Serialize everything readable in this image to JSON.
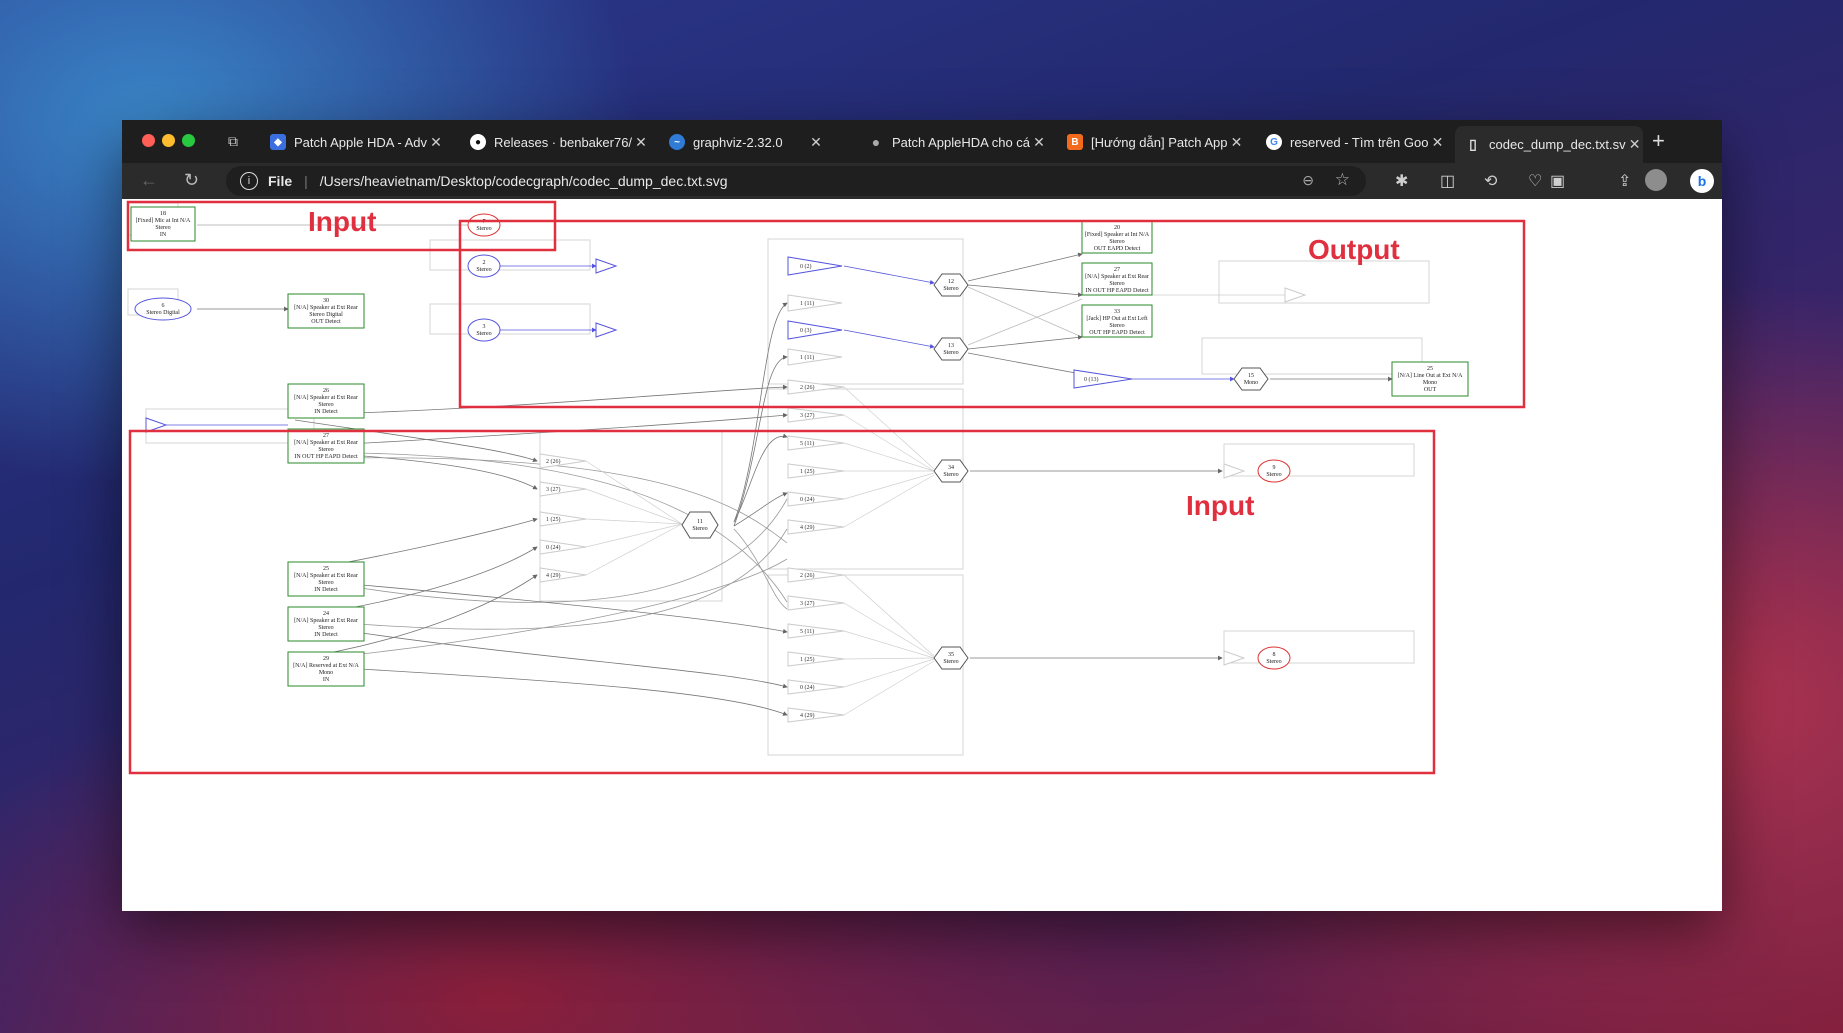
{
  "tabs": [
    {
      "title": "Patch Apple HDA - Adv",
      "favicon": "layers-icon",
      "color": "#3b6fe0"
    },
    {
      "title": "Releases · benbaker76/",
      "favicon": "github-icon",
      "color": "#ffffff"
    },
    {
      "title": "graphviz-2.32.0",
      "favicon": "graphviz-icon",
      "color": "#2f7bd6"
    },
    {
      "title": "Patch AppleHDA cho cá",
      "favicon": "apple-icon",
      "color": "#aaaaaa"
    },
    {
      "title": "[Hướng dẫn] Patch App",
      "favicon": "blogger-icon",
      "color": "#f26b1d"
    },
    {
      "title": "reserved - Tìm trên Goo",
      "favicon": "google-icon",
      "color": "#ffffff"
    },
    {
      "title": "codec_dump_dec.txt.sv",
      "favicon": "document-icon",
      "color": "#dddddd",
      "active": true
    }
  ],
  "toolbar": {
    "scheme": "File",
    "url": "/Users/heavietnam/Desktop/codecgraph/codec_dump_dec.txt.svg"
  },
  "annotations": {
    "input_top": "Input",
    "output": "Output",
    "input_bottom": "Input",
    "color": "#e0303f"
  },
  "graph": {
    "nodes": {
      "n18": [
        "18",
        "[Fixed] Mic at Int N/A",
        "Stereo",
        "IN"
      ],
      "n6": [
        "6",
        "Stereo Digital"
      ],
      "n30": [
        "30",
        "[N/A] Speaker at Ext Rear",
        "Stereo Digital",
        "OUT Detect"
      ],
      "n2": [
        "2",
        "Stereo"
      ],
      "n3": [
        "3",
        "Stereo"
      ],
      "n_top": [
        "7",
        "Stereo"
      ],
      "n26": [
        "26",
        "[N/A] Speaker at Ext Rear",
        "Stereo",
        "IN Detect"
      ],
      "n27a": [
        "27",
        "[N/A] Speaker at Ext Rear",
        "Stereo",
        "IN OUT HP EAPD Detect"
      ],
      "n20": [
        "20",
        "[Fixed] Speaker at Int N/A",
        "Stereo",
        "OUT EAPD Detect"
      ],
      "n27": [
        "27",
        "[N/A] Speaker at Ext Rear",
        "Stereo",
        "IN OUT HP EAPD Detect"
      ],
      "n33": [
        "33",
        "[Jack] HP Out at Ext Left",
        "Stereo",
        "OUT HP EAPD Detect"
      ],
      "n25o": [
        "25",
        "[N/A] Line Out at Ext N/A",
        "Mono",
        "OUT"
      ],
      "n25": [
        "25",
        "[N/A] Speaker at Ext Rear",
        "Stereo",
        "IN Detect"
      ],
      "n24": [
        "24",
        "[N/A] Speaker at Ext Rear",
        "Stereo",
        "IN Detect"
      ],
      "n29": [
        "29",
        "[N/A] Reserved at Ext N/A",
        "Mono",
        "IN"
      ],
      "h12": [
        "12",
        "Stereo"
      ],
      "h13": [
        "13",
        "Stereo"
      ],
      "h15": [
        "15",
        "Mono"
      ],
      "h11": [
        "11",
        "Stereo"
      ],
      "h34": [
        "34",
        "Stereo"
      ],
      "h35": [
        "35",
        "Stereo"
      ],
      "e9": [
        "9",
        "Stereo"
      ],
      "e8": [
        "8",
        "Stereo"
      ]
    },
    "amp_labels": {
      "a02": "0 (2)",
      "a111": "1 (11)",
      "a03": "0 (3)",
      "a111b": "1 (11)",
      "a013": "0 (13)",
      "m226": "2 (26)",
      "m327": "3 (27)",
      "m511": "5 (11)",
      "m125": "1 (25)",
      "m024": "0 (24)",
      "m429": "4 (29)",
      "m226b": "2 (26)",
      "m327b": "3 (27)",
      "m511b": "5 (11)",
      "m125b": "1 (25)",
      "m024b": "0 (24)",
      "m429b": "4 (29)",
      "l226": "2 (26)",
      "l327": "3 (27)",
      "l125": "1 (25)",
      "l024": "0 (24)",
      "l429": "4 (29)"
    }
  }
}
